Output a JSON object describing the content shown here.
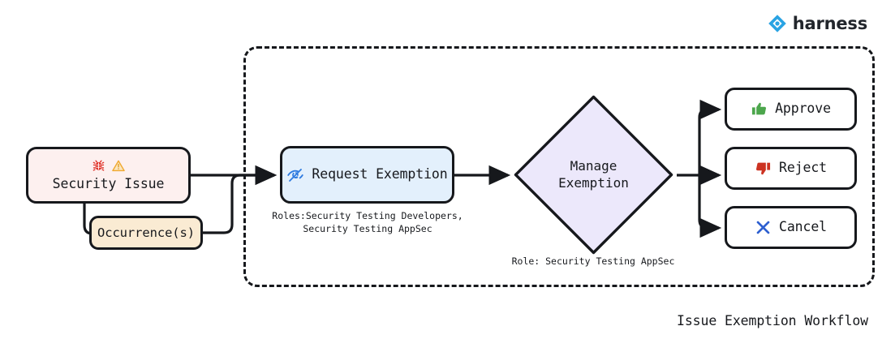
{
  "brand": {
    "name": "harness",
    "logo_icon": "harness-diamond-logo-icon",
    "color": "#29A3E3"
  },
  "figure": {
    "title": "Issue Exemption Workflow",
    "background": "#ffffff",
    "stroke_color": "#16181c"
  },
  "group": {
    "name": "exemption-workflow-boundary",
    "style": "dashed"
  },
  "nodes": {
    "security_issue": {
      "label": "Security Issue",
      "fill": "#fdf0ef",
      "icons": [
        "bug-icon",
        "warning-triangle-icon"
      ],
      "bug_color": "#E0352B",
      "warning_color": "#F0A82E"
    },
    "occurrences": {
      "label": "Occurrence(s)",
      "fill": "#faebd3"
    },
    "request_exemption": {
      "label": "Request Exemption",
      "fill": "#e3f0fc",
      "icon": "eye-slash-icon",
      "icon_color": "#2E7BE0",
      "caption": "Roles:Security Testing Developers,\nSecurity Testing AppSec"
    },
    "manage_exemption": {
      "label": "Manage\nExemption",
      "fill": "#ece8fb",
      "shape": "diamond",
      "caption": "Role: Security Testing AppSec"
    },
    "approve": {
      "label": "Approve",
      "fill": "#ffffff",
      "icon": "thumbs-up-icon",
      "icon_color": "#4CA64C"
    },
    "reject": {
      "label": "Reject",
      "fill": "#ffffff",
      "icon": "thumbs-down-icon",
      "icon_color": "#CC3322"
    },
    "cancel": {
      "label": "Cancel",
      "fill": "#ffffff",
      "icon": "close-x-icon",
      "icon_color": "#2E5FD0"
    }
  }
}
